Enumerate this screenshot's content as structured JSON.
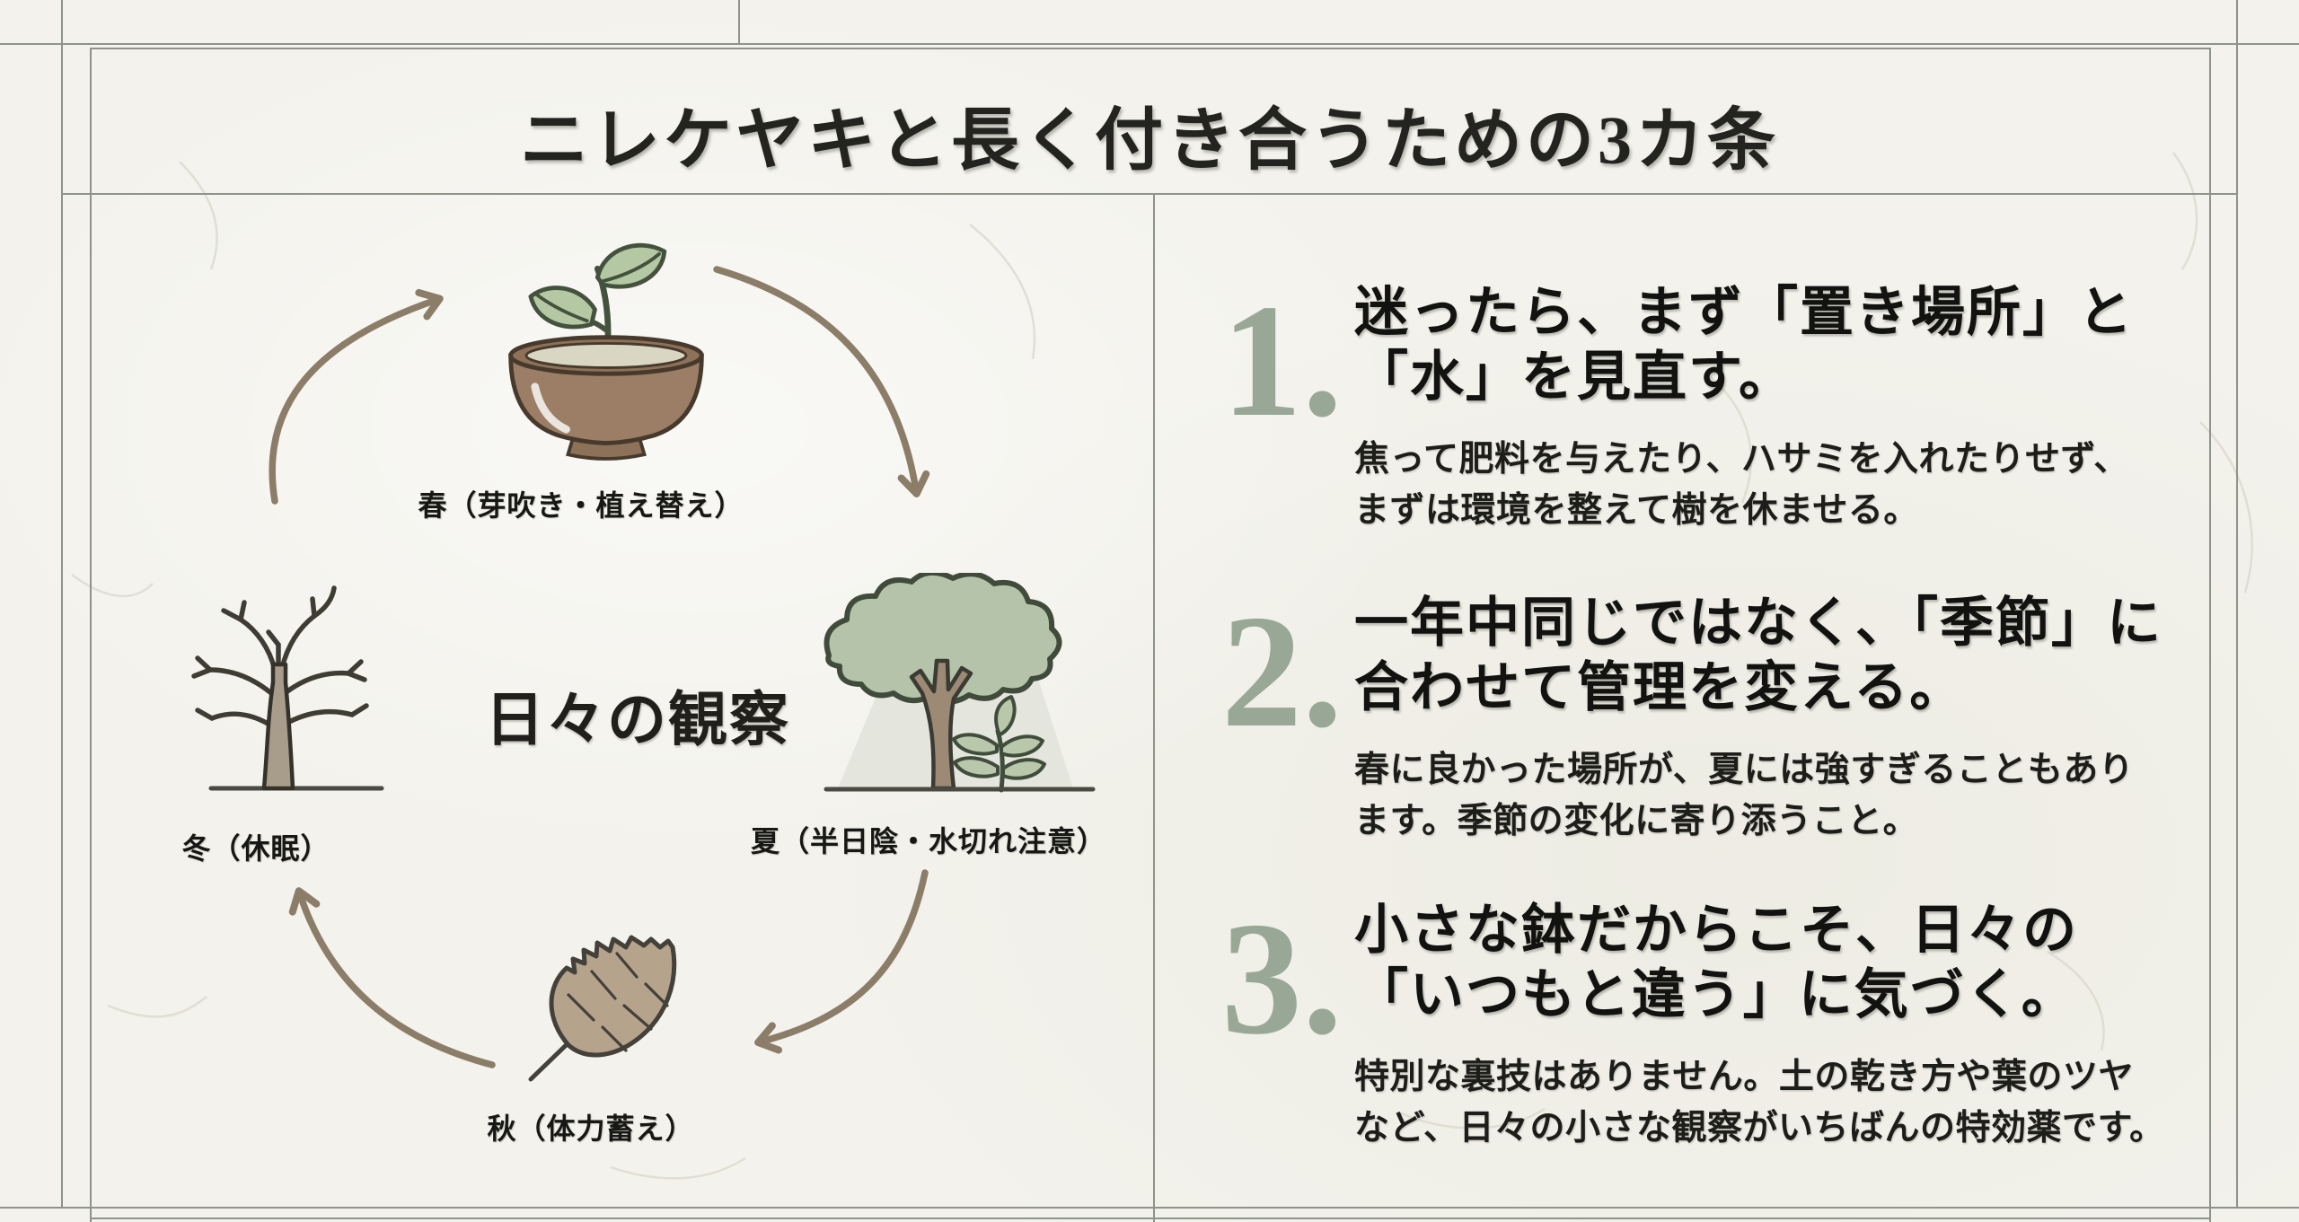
{
  "page": {
    "title": "ニレケヤキと長く付き合うための3カ条"
  },
  "cycle": {
    "center_label": "日々の観察",
    "flow": "clockwise",
    "seasons": [
      {
        "id": "spring",
        "label": "春（芽吹き・植え替え）",
        "icon": "seedling-pot-icon"
      },
      {
        "id": "summer",
        "label": "夏（半日陰・水切れ注意）",
        "icon": "shade-tree-icon"
      },
      {
        "id": "autumn",
        "label": "秋（体力蓄え）",
        "icon": "autumn-leaf-icon"
      },
      {
        "id": "winter",
        "label": "冬（休眠）",
        "icon": "bare-tree-icon"
      }
    ]
  },
  "rules": [
    {
      "number": "1.",
      "heading_line1": "迷ったら、まず「置き場所」と",
      "heading_line2": "「水」を見直す。",
      "body_line1": "焦って肥料を与えたり、ハサミを入れたりせず、",
      "body_line2": "まずは環境を整えて樹を休ませる。"
    },
    {
      "number": "2.",
      "heading_line1": "一年中同じではなく、「季節」に",
      "heading_line2": "合わせて管理を変える。",
      "body_line1": "春に良かった場所が、夏には強すぎることもあり",
      "body_line2": "ます。季節の変化に寄り添うこと。"
    },
    {
      "number": "3.",
      "heading_line1": "小さな鉢だからこそ、日々の",
      "heading_line2": "「いつもと違う」に気づく。",
      "body_line1": "特別な裏技はありません。土の乾き方や葉のツヤ",
      "body_line2": "など、日々の小さな観察がいちばんの特効薬です。"
    }
  ],
  "colors": {
    "paper": "#f3f2ec",
    "grid_line": "#8e948a",
    "ink": "#161614",
    "number_green": "#99a896",
    "arrow_brown": "#8b7d68",
    "sage_leaf": "#b5c8a4",
    "pot_brown": "#9b7e65",
    "soil": "#d9d6c4",
    "trunk_brown": "#9c8a75",
    "autumn_tan": "#b5a38c",
    "shade_gray": "#e4e6de"
  }
}
